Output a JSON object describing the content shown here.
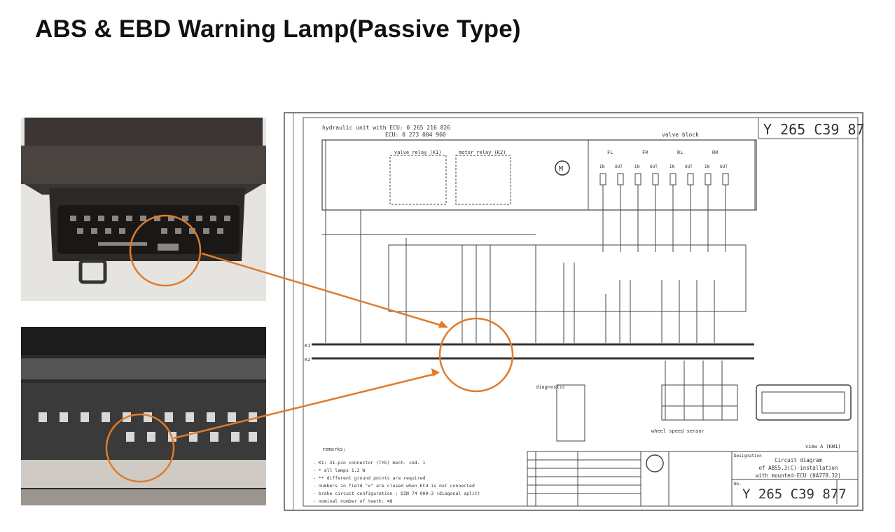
{
  "title": "ABS & EBD Warning Lamp(Passive Type)",
  "diagram": {
    "drawing_number": "Y 265 C39 877",
    "hydraulic_unit_line1": "hydraulic unit with ECU: 0 265 216 826",
    "hydraulic_unit_line2": "ECU: 0 273 004 960",
    "valve_relay": "valve relay (K1)",
    "motor_relay": "motor relay (K2)",
    "valve_block": "valve block",
    "wheels": [
      "FL",
      "FR",
      "RL",
      "RR"
    ],
    "in_out": [
      "IN",
      "OUT"
    ],
    "connector_k1": "K1",
    "connector_k2": "K2",
    "diagnostic": "diagnostic",
    "wheel_speed_sensor": "wheel speed sensor",
    "view_label": "view A (KW1)",
    "remarks_title": "remarks:",
    "remarks": [
      "- K1: 31-pin connector (TYE) mech. cod. 1",
      "- * all lamps 1.2 W",
      "- ** different ground points are required",
      "- numbers in field \"x\" are closed when ECU is not connected",
      "- brake circuit configuration : DIN 74 000-3 (diagonal split)",
      "- nominal number of teeth: 48"
    ],
    "title_block": {
      "designation_label": "Designation",
      "designation_lines": [
        "Circuit diagram",
        "of ABS5.3(C)-installation",
        "with mounted-ECU (0A778.32)"
      ],
      "number_label": "No."
    }
  },
  "colors": {
    "accent": "#e07b2a",
    "ink": "#333333"
  }
}
